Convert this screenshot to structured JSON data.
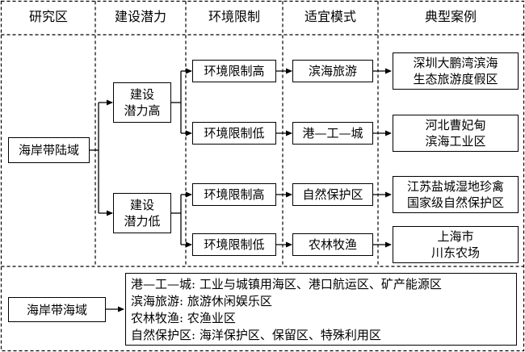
{
  "headers": {
    "region": "研究区",
    "potential": "建设潜力",
    "constraint": "环境限制",
    "mode": "适宜模式",
    "case": "典型案例"
  },
  "land": {
    "region": "海岸带陆域",
    "high_potential": [
      "建设",
      "潜力高"
    ],
    "low_potential": [
      "建设",
      "潜力低"
    ],
    "branches": [
      {
        "constraint": "环境限制高",
        "mode": "滨海旅游",
        "case": [
          "深圳大鹏湾滨海",
          "生态旅游度假区"
        ]
      },
      {
        "constraint": "环境限制低",
        "mode": "港—工—城",
        "case": [
          "河北曹妃甸",
          "滨海工业区"
        ]
      },
      {
        "constraint": "环境限制高",
        "mode": "自然保护区",
        "case": [
          "江苏盐城湿地珍禽",
          "国家级自然保护区"
        ]
      },
      {
        "constraint": "环境限制低",
        "mode": "农林牧渔",
        "case": [
          "上海市",
          "川东农场"
        ]
      }
    ]
  },
  "sea": {
    "region": "海岸带海域",
    "legend": [
      "港—工—城: 工业与城镇用海区、港口航运区、矿产能源区",
      "滨海旅游: 旅游休闲娱乐区",
      "农林牧渔: 农渔业区",
      "自然保护区: 海洋保护区、保留区、特殊利用区"
    ]
  }
}
